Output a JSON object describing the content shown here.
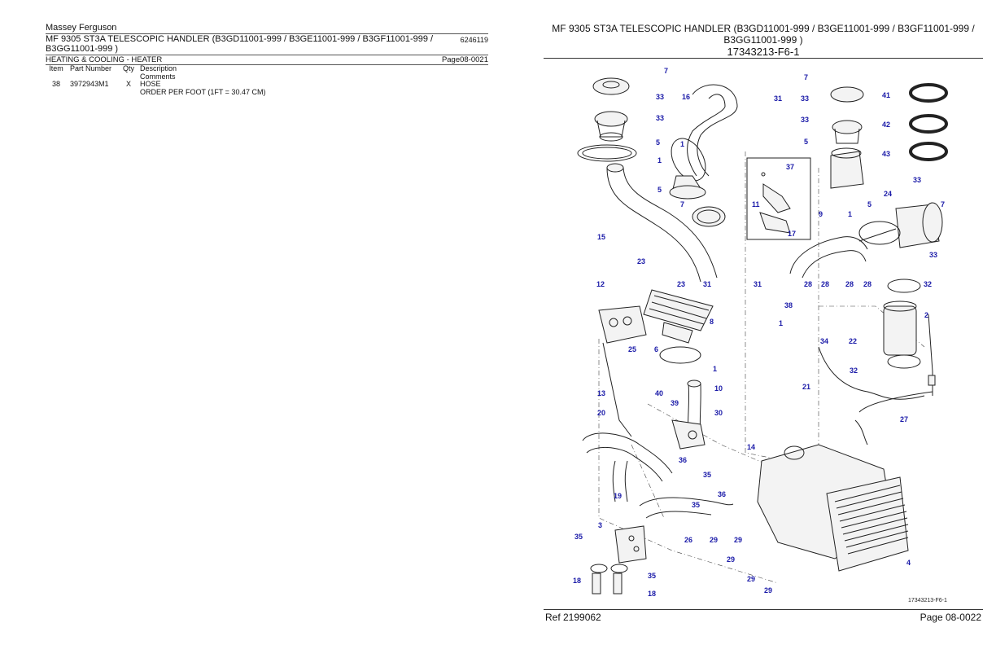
{
  "left": {
    "brand": "Massey Ferguson",
    "title": "MF 9305 ST3A TELESCOPIC HANDLER (B3GD11001-999 / B3GE11001-999 / B3GF11001-999 / B3GG11001-999 )",
    "code": "6246119",
    "section": "HEATING & COOLING - HEATER",
    "page": "Page08-0021",
    "columns": {
      "item": "Item",
      "part": "Part Number",
      "qty": "Qty",
      "desc": "Description",
      "comments": "Comments"
    },
    "rows": [
      {
        "item": "38",
        "part": "3972943M1",
        "qty": "X",
        "desc": "HOSE",
        "comment": "ORDER PER FOOT (1FT = 30.47 CM)"
      }
    ]
  },
  "right": {
    "title": "MF 9305 ST3A TELESCOPIC HANDLER (B3GD11001-999 / B3GE11001-999 / B3GF11001-999 / B3GG11001-999 )",
    "drawing_number": "17343213-F6-1",
    "diagram_ref_label": "17343213-F6-1",
    "footer_ref": "Ref  2199062",
    "footer_page": "Page  08-0022",
    "callouts": [
      "7",
      "33",
      "33",
      "5",
      "1",
      "16",
      "1",
      "5",
      "7",
      "31",
      "37",
      "11",
      "17",
      "15",
      "7",
      "33",
      "33",
      "5",
      "24",
      "41",
      "42",
      "43",
      "33",
      "5",
      "7",
      "1",
      "9",
      "33",
      "23",
      "12",
      "23",
      "31",
      "8",
      "31",
      "28",
      "28",
      "28",
      "28",
      "32",
      "38",
      "2",
      "1",
      "34",
      "22",
      "25",
      "6",
      "1",
      "13",
      "10",
      "32",
      "21",
      "40",
      "39",
      "30",
      "20",
      "27",
      "36",
      "35",
      "14",
      "19",
      "36",
      "35",
      "3",
      "26",
      "29",
      "29",
      "29",
      "35",
      "18",
      "35",
      "18",
      "4",
      "29",
      "29"
    ]
  }
}
